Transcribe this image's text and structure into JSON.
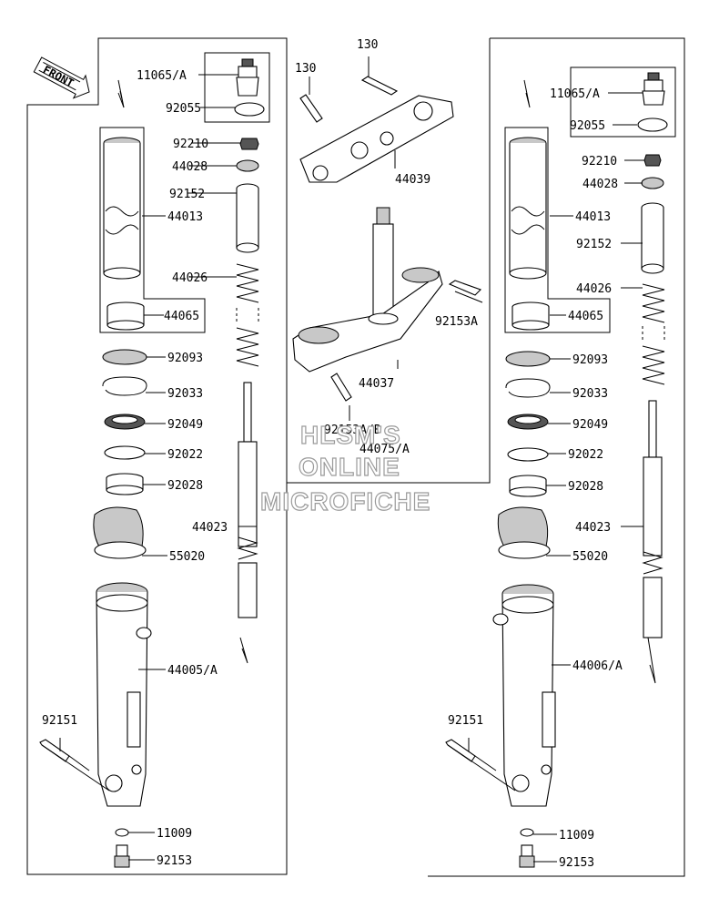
{
  "front_badge": "FRONT",
  "left_fork": {
    "labels": {
      "p11065": "11065/A",
      "p92055": "92055",
      "p92210": "92210",
      "p44028": "44028",
      "p92152": "92152",
      "p44013": "44013",
      "p44026": "44026",
      "p44065": "44065",
      "p92093": "92093",
      "p92033": "92033",
      "p92049": "92049",
      "p92022": "92022",
      "p92028": "92028",
      "p44023": "44023",
      "p55020": "55020",
      "p44005": "44005/A",
      "p92151": "92151",
      "p11009": "11009",
      "p92153": "92153"
    }
  },
  "steering": {
    "labels": {
      "p130a": "130",
      "p130b": "130",
      "p44039": "44039",
      "p92153a": "92153A",
      "p44037": "44037",
      "p92153b": "92153A/B",
      "p44075": "44075/A"
    }
  },
  "right_fork": {
    "labels": {
      "p11065": "11065/A",
      "p92055": "92055",
      "p92210": "92210",
      "p44028": "44028",
      "p44013": "44013",
      "p92152": "92152",
      "p44026": "44026",
      "p44065": "44065",
      "p92093": "92093",
      "p92033": "92033",
      "p92049": "92049",
      "p92022": "92022",
      "p92028": "92028",
      "p44023": "44023",
      "p55020": "55020",
      "p44006": "44006/A",
      "p92151": "92151",
      "p11009": "11009",
      "p92153": "92153"
    }
  },
  "watermark": [
    "HLSM'S",
    "ONLINE",
    "MICROFICHE"
  ]
}
